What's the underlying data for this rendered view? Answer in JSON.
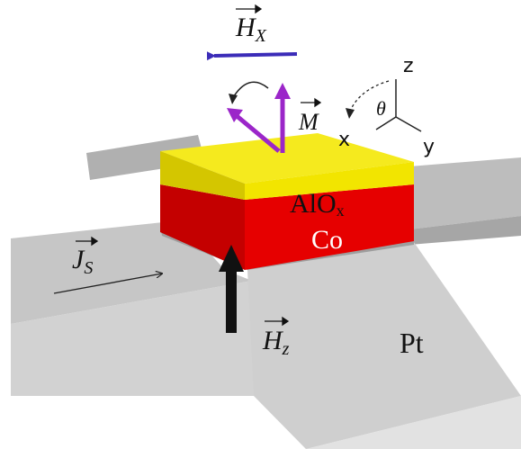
{
  "labels": {
    "hx_symbol": "H",
    "hx_sub": "X",
    "m_symbol": "M",
    "theta": "θ",
    "axis_z": "z",
    "axis_x": "x",
    "axis_y": "y",
    "layer_top": "AlO",
    "layer_top_sub": "x",
    "layer_mid": "Co",
    "js_symbol": "J",
    "js_sub": "S",
    "hz_symbol": "H",
    "hz_sub": "z",
    "substrate": "Pt"
  },
  "colors": {
    "hx_arrow": "#3b2cb8",
    "m_arrow": "#9b26c9",
    "alox": "#f2e500",
    "co": "#e60000",
    "pt": "#c8c8c8",
    "hz_arrow": "#111111"
  },
  "icons": {
    "rotation": "curved-arrow-icon",
    "theta_arc": "dashed-arc-icon"
  }
}
